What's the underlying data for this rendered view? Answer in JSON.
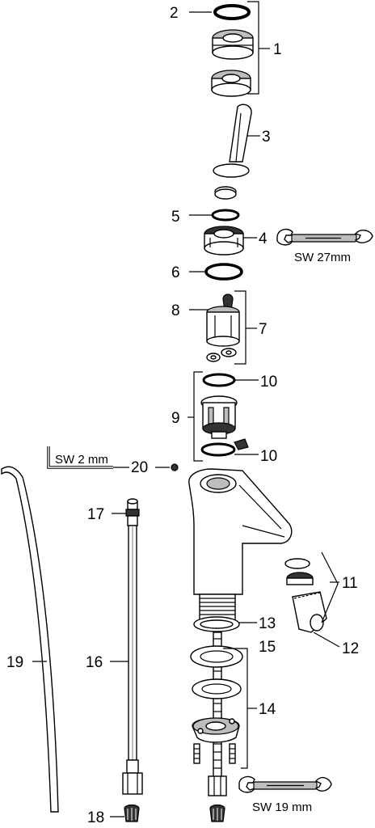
{
  "callouts": {
    "c1": "1",
    "c2": "2",
    "c3": "3",
    "c4": "4",
    "c5": "5",
    "c6": "6",
    "c7": "7",
    "c8": "8",
    "c9": "9",
    "c10a": "10",
    "c10b": "10",
    "c11": "11",
    "c12": "12",
    "c13": "13",
    "c14": "14",
    "c15": "15",
    "c16": "16",
    "c17": "17",
    "c18": "18",
    "c19": "19",
    "c20": "20"
  },
  "tools": {
    "wrench_top": "SW 27mm",
    "allen_key": "SW 2 mm",
    "wrench_bottom": "SW 19 mm"
  }
}
